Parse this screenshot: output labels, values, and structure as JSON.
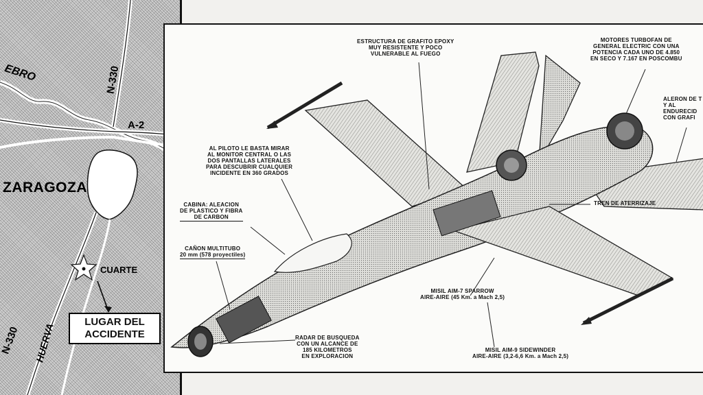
{
  "map": {
    "city": "ZARAGOZA",
    "place": "CUARTE",
    "river": "EBRO",
    "river2": "HUERVA",
    "road_top": "N-330",
    "road_a2": "A-2",
    "road_bottom": "N-330",
    "accident_line1": "LUGAR DEL",
    "accident_line2": "ACCIDENTE"
  },
  "diagram": {
    "callouts": {
      "structure": [
        "ESTRUCTURA DE GRAFITO EPOXY",
        "MUY RESISTENTE Y POCO",
        "VULNERABLE AL FUEGO"
      ],
      "engines": [
        "MOTORES TURBOFAN DE",
        "GENERAL ELECTRIC CON UNA",
        "POTENCIA CADA UNO DE 4.850",
        "EN SECO Y 7.167 EN POSCOMBU"
      ],
      "aileron": [
        "ALERON DE T",
        "Y AL",
        "ENDURECID",
        "CON GRAFI"
      ],
      "pilot": [
        "AL PILOTO LE BASTA MIRAR",
        "AL MONITOR CENTRAL O LAS",
        "DOS PANTALLAS LATERALES",
        "PARA DESCUBRIR CUALQUIER",
        "INCIDENTE EN 360 GRADOS"
      ],
      "gear": [
        "TREN DE ATERRIZAJE"
      ],
      "cabin": [
        "CABINA: ALEACION",
        "DE PLASTICO Y FIBRA",
        "DE CARBON"
      ],
      "cannon": [
        "CAÑON MULTITUBO",
        "20 mm (578 proyectiles)"
      ],
      "sparrow": [
        "MISIL AIM-7 SPARROW",
        "AIRE-AIRE (45 Km. a Mach 2,5)"
      ],
      "radar": [
        "RADAR DE BUSQUEDA",
        "CON UN ALCANCE DE",
        "185 KILOMETROS",
        "EN EXPLORACION"
      ],
      "sidewinder": [
        "MISIL AIM-9 SIDEWINDER",
        "AIRE-AIRE (3,2-6,6 Km. a Mach 2,5)"
      ]
    }
  }
}
